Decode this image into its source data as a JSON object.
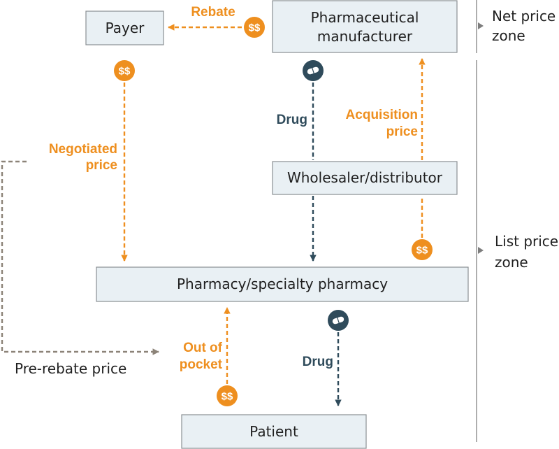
{
  "nodes": {
    "manufacturer": {
      "line1": "Pharmaceutical",
      "line2": "manufacturer"
    },
    "payer": "Payer",
    "wholesaler": "Wholesaler/distributor",
    "pharmacy": "Pharmacy/specialty pharmacy",
    "patient": "Patient"
  },
  "flows": {
    "rebate": "Rebate",
    "negotiated": {
      "line1": "Negotiated",
      "line2": "price"
    },
    "drug_top": "Drug",
    "acquisition": {
      "line1": "Acquisition",
      "line2": "price"
    },
    "out_of_pocket": {
      "line1": "Out of",
      "line2": "pocket"
    },
    "drug_bottom": "Drug",
    "pre_rebate": "Pre-rebate price"
  },
  "zones": {
    "net": {
      "line1": "Net price",
      "line2": "zone"
    },
    "list": {
      "line1": "List price",
      "line2": "zone"
    }
  },
  "money_symbol": "$$",
  "icons": {
    "coin": "money-coin-icon",
    "drug": "pill-icon"
  },
  "colors": {
    "money_flow": "#ee8f1f",
    "drug_flow": "#2f4b5b",
    "pre_rebate_flow": "#8c8378",
    "box_fill": "#e9f0f4",
    "box_stroke": "#8a8f93",
    "zone_line": "#9a9a9a"
  }
}
